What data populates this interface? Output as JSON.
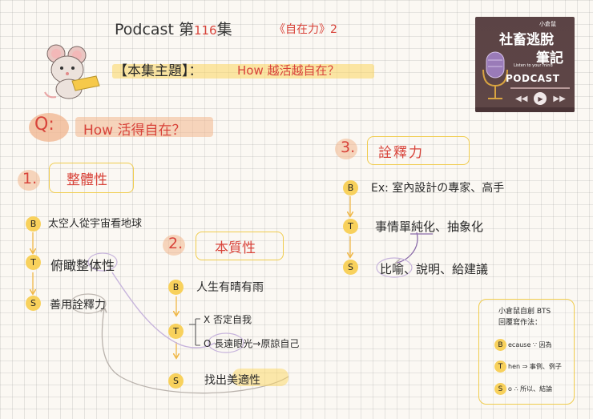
{
  "header": {
    "title_prefix": "Podcast 第",
    "episode_no": "116",
    "title_suffix": "集",
    "subtitle": "《自在力》2",
    "topic_label": "【本集主題】：",
    "topic": "How 越活越自在？"
  },
  "question": {
    "badge": "Q:",
    "text": "How 活得自在？"
  },
  "sections": [
    {
      "no": "1.",
      "title": "整體性",
      "steps": [
        {
          "letter": "B",
          "text": "太空人從宇宙看地球"
        },
        {
          "letter": "T",
          "text": "俯瞰整体性"
        },
        {
          "letter": "S",
          "text": "善用詮釋力"
        }
      ]
    },
    {
      "no": "2.",
      "title": "本質性",
      "steps": [
        {
          "letter": "B",
          "text": "人生有晴有雨"
        },
        {
          "letter": "T",
          "text_a": "X 否定自我",
          "text_b": "O 長遠眼光→原諒自己"
        },
        {
          "letter": "S",
          "text": "找出美適性"
        }
      ]
    },
    {
      "no": "3.",
      "title": "詮釋力",
      "steps": [
        {
          "letter": "B",
          "text": "Ex: 室內設計の專家、高手"
        },
        {
          "letter": "T",
          "text": "事情單純化、抽象化"
        },
        {
          "letter": "S",
          "text": "比喻、說明、給建議"
        }
      ]
    }
  ],
  "legend": {
    "title_line1": "小倉鼠自創 BTS",
    "title_line2": "回覆寫作法：",
    "items": [
      {
        "letter": "B",
        "text": "ecause ∵ 因為"
      },
      {
        "letter": "T",
        "text": "hen ⇒ 事例、例子"
      },
      {
        "letter": "S",
        "text": "o ∴ 所以、結論"
      }
    ]
  },
  "podcast_card": {
    "small": "小倉鼠",
    "line1": "社畜逃脫",
    "line2": "筆記",
    "tagline": "Listen to your mind",
    "label": "PODCAST"
  },
  "colors": {
    "accent_red": "#d8433a",
    "yellow": "#f8d15c",
    "purple": "#8a6aa8",
    "card_bg": "#5b4345"
  }
}
